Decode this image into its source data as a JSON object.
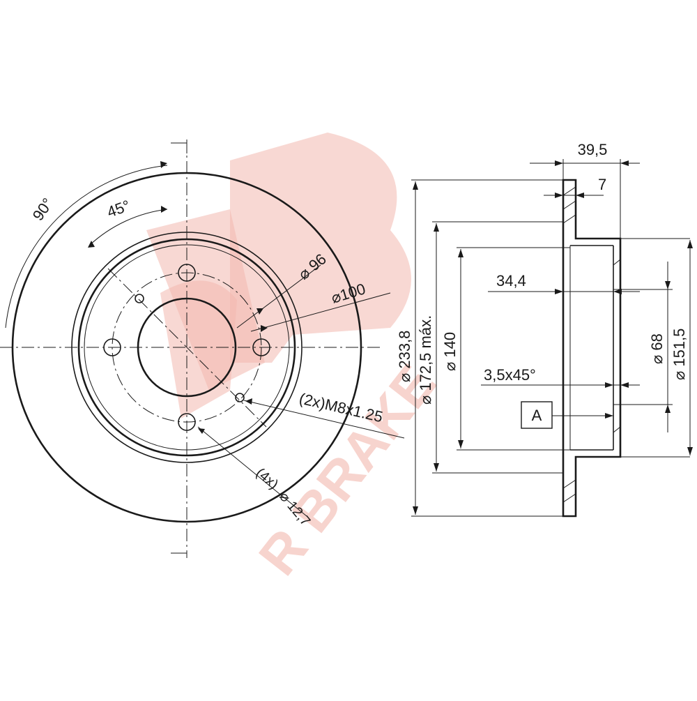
{
  "watermark": {
    "brand_text": "R BRAKE",
    "color": "#f3b8ae"
  },
  "front_view": {
    "angle_90": "90°",
    "angle_45": "45°",
    "dia_96": "⌀ 96",
    "dia_100": "⌀100",
    "thread": "(2x)M8x1.25",
    "holes_count": "(4x)",
    "holes_dia": "⌀ 12,7"
  },
  "side_view": {
    "dim_39_5": "39,5",
    "dim_7": "7",
    "dim_34_4": "34,4",
    "chamfer": "3,5x45°",
    "dia_233_8": "⌀ 233,8",
    "dia_172_5": "⌀ 172,5 máx.",
    "dia_140": "⌀ 140",
    "dia_68": "⌀ 68",
    "dia_151_5": "⌀ 151,5",
    "datum": "A"
  }
}
